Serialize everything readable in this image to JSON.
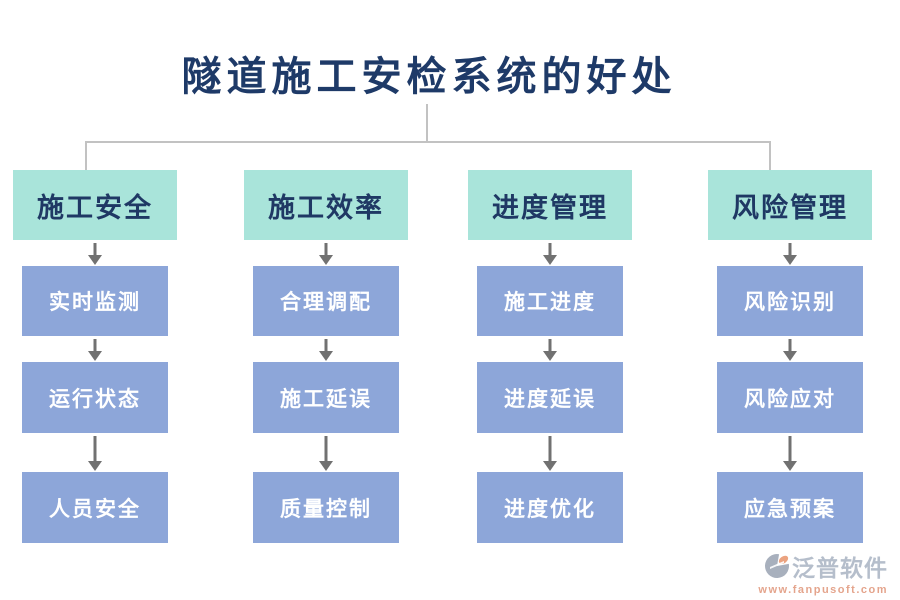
{
  "title": "隧道施工安检系统的好处",
  "columns": [
    {
      "header": "施工安全",
      "items": [
        "实时监测",
        "运行状态",
        "人员安全"
      ]
    },
    {
      "header": "施工效率",
      "items": [
        "合理调配",
        "施工延误",
        "质量控制"
      ]
    },
    {
      "header": "进度管理",
      "items": [
        "施工进度",
        "进度延误",
        "进度优化"
      ]
    },
    {
      "header": "风险管理",
      "items": [
        "风险识别",
        "风险应对",
        "应急预案"
      ]
    }
  ],
  "watermark": {
    "brand": "泛普软件",
    "url": "www.fanpusoft.com"
  },
  "colors": {
    "title-text": "#1e3a68",
    "header-bg": "#a9e4da",
    "header-text": "#1f3864",
    "item-bg": "#8da6d9",
    "item-text": "#ffffff",
    "connector": "#c2c2c2",
    "arrow": "#717171",
    "brand-text": "#a9b3c3",
    "brand-url": "#e09579",
    "logo-gray": "#9aa3b2",
    "logo-orange": "#e8936b"
  }
}
